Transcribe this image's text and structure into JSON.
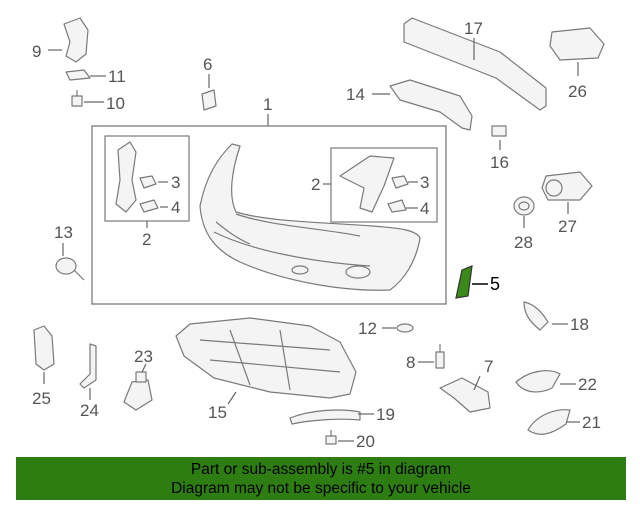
{
  "diagram": {
    "labels": {
      "p1": "1",
      "p2a": "2",
      "p2b": "2",
      "p3a": "3",
      "p3b": "3",
      "p4a": "4",
      "p4b": "4",
      "p5": "5",
      "p7": "7",
      "p8": "8",
      "p9": "9",
      "p10": "10",
      "p11": "11",
      "p12": "12",
      "p13": "13",
      "p14": "14",
      "p15": "15",
      "p16": "16",
      "p17": "17",
      "p18": "18",
      "p19": "19",
      "p20": "20",
      "p21": "21",
      "p22": "22",
      "p23": "23",
      "p24": "24",
      "p25": "25",
      "p26": "26",
      "p27": "27",
      "p28": "28",
      "p6": "6"
    },
    "highlight_color": "#3a8a1a"
  },
  "banner": {
    "line1": "Part or sub-assembly is #5 in diagram",
    "line2": "Diagram may not be specific to your vehicle",
    "color": "#2e7d12"
  }
}
